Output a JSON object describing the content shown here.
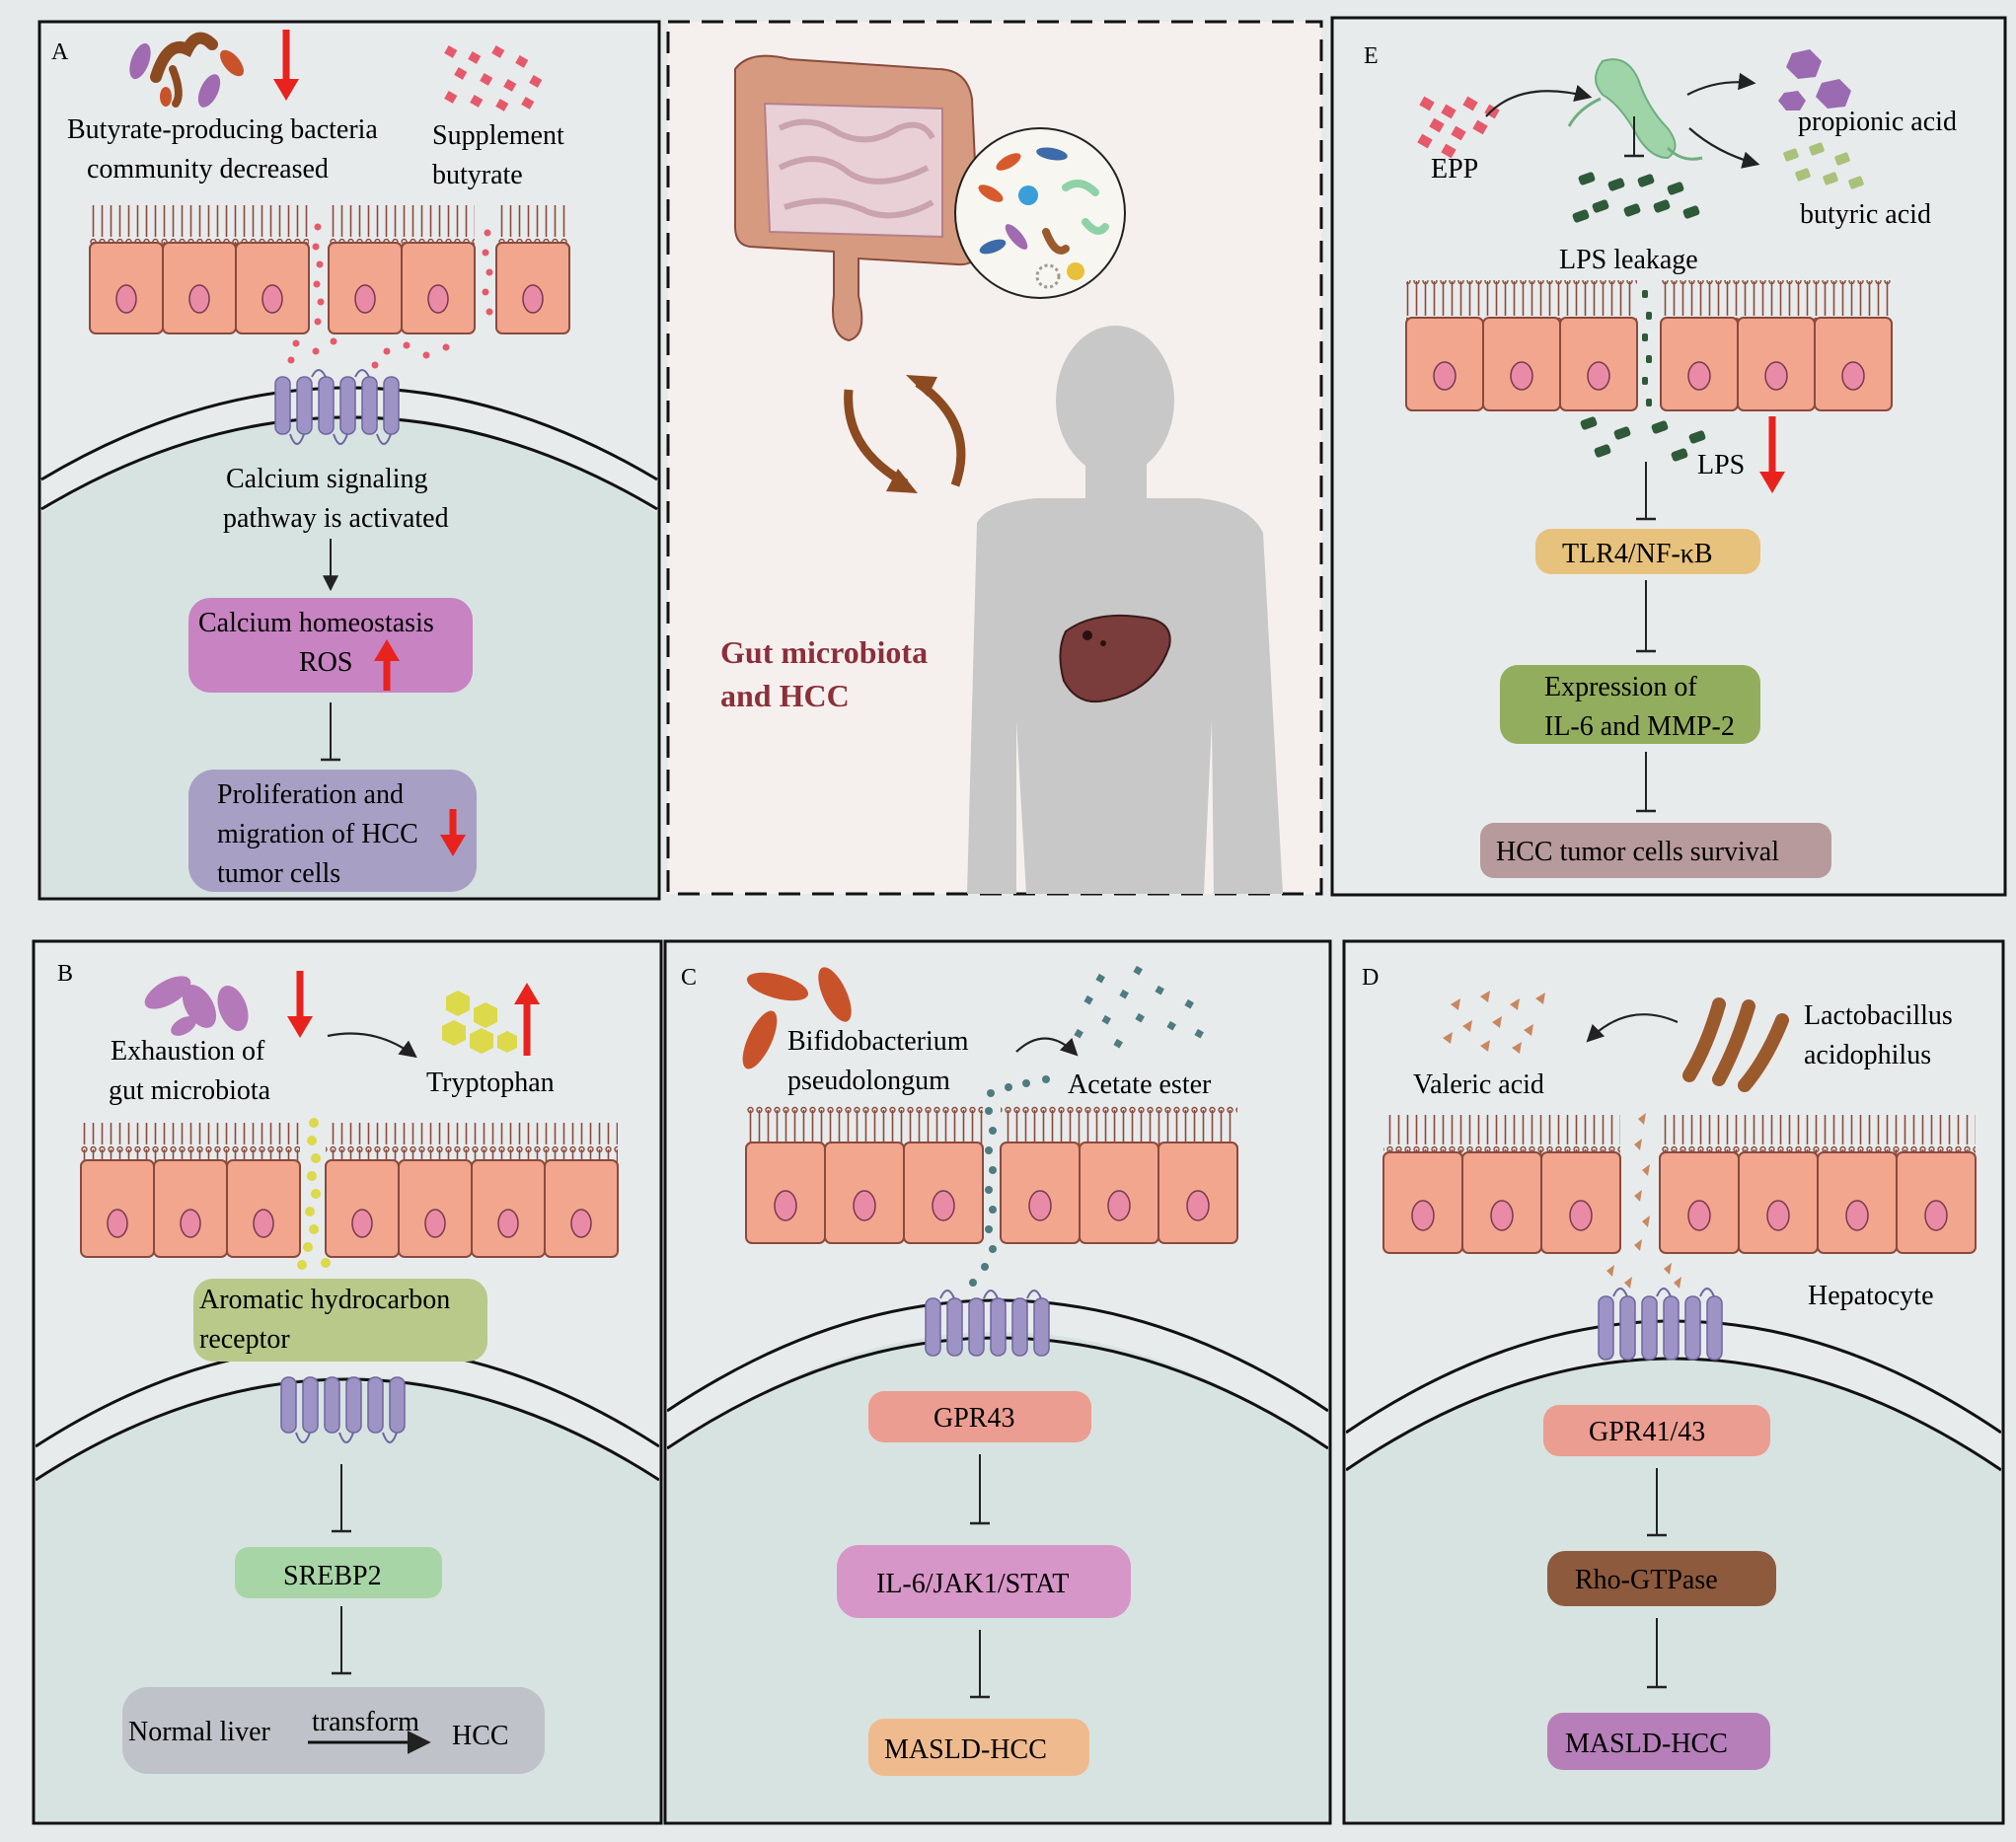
{
  "panel_a": {
    "label": "A",
    "bacteria_text_1": "Butyrate-producing bacteria",
    "bacteria_text_2": "community decreased",
    "supplement_1": "Supplement",
    "supplement_2": "butyrate",
    "calcium_1": "Calcium signaling",
    "calcium_2": "pathway is activated",
    "homeostasis_1": "Calcium homeostasis",
    "homeostasis_2": "ROS",
    "prolif_1": "Proliferation and",
    "prolif_2": "migration of HCC",
    "prolif_3": "tumor cells"
  },
  "center": {
    "title_1": "Gut microbiota",
    "title_2": "and HCC"
  },
  "panel_e": {
    "label": "E",
    "epp": "EPP",
    "propionic": "propionic acid",
    "butyric": "butyric acid",
    "lps_leak": "LPS leakage",
    "lps": "LPS",
    "tlr4": "TLR4/NF-κB",
    "expr_1": "Expression of",
    "expr_2": "IL-6 and MMP-2",
    "survival": "HCC tumor cells survival"
  },
  "panel_b": {
    "label": "B",
    "exhaust_1": "Exhaustion of",
    "exhaust_2": "gut microbiota",
    "tryptophan": "Tryptophan",
    "ahr_1": "Aromatic hydrocarbon",
    "ahr_2": "receptor",
    "srebp2": "SREBP2",
    "normal": "Normal liver",
    "transform": "transform",
    "hcc": "HCC"
  },
  "panel_c": {
    "label": "C",
    "bifido_1": "Bifidobacterium",
    "bifido_2": "pseudolongum",
    "acetate": "Acetate ester",
    "gpr43": "GPR43",
    "il6": "IL-6/JAK1/STAT",
    "masld": "MASLD-HCC"
  },
  "panel_d": {
    "label": "D",
    "valeric": "Valeric acid",
    "lacto_1": "Lactobacillus",
    "lacto_2": "acidophilus",
    "hepatocyte": "Hepatocyte",
    "gpr4143": "GPR41/43",
    "rho": "Rho-GTPase",
    "masld": "MASLD-HCC"
  },
  "colors": {
    "panel_bg": "#e8ebec",
    "center_bg": "#f5f0ee",
    "nucleus_bg": "#d7e3e0",
    "cell_fill": "#f2a68e",
    "cell_stroke": "#8a4a3c",
    "receptor": "#9d93c5",
    "red_arrow": "#e8231d",
    "box_magenta": "#c783c2",
    "box_lavender": "#a89fc4",
    "box_tlr": "#e7c27c",
    "box_green": "#93ad5e",
    "box_mauve": "#b79a9b",
    "box_aqua": "#a8d5a6",
    "box_grey": "#bfc2c8",
    "box_salmon": "#ec9d91",
    "box_pink": "#d796c8",
    "box_peach": "#efbb8e",
    "box_brown": "#8d5a3e",
    "box_purple": "#b67fb9",
    "center_title": "#8c2f3a"
  }
}
